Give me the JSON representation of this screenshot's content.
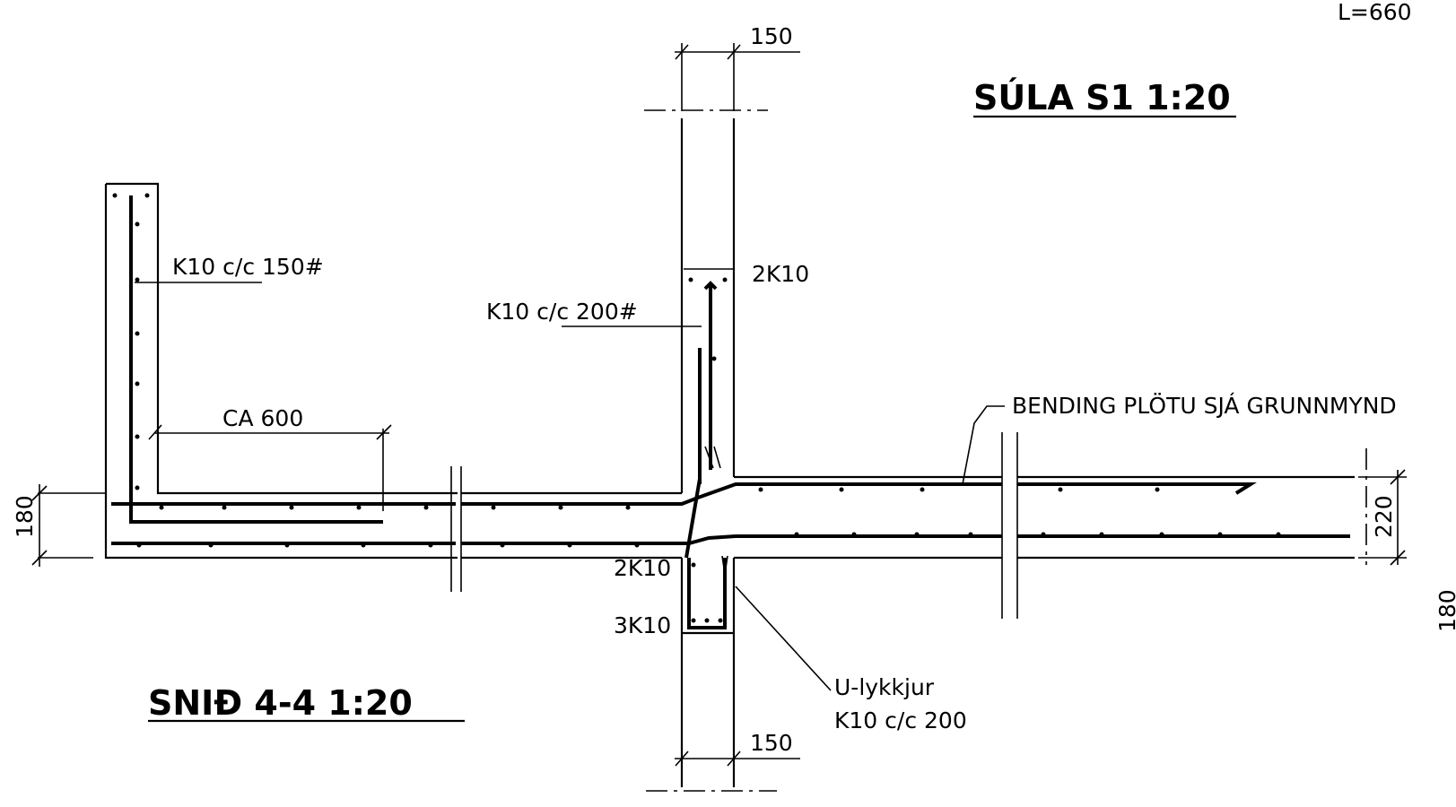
{
  "titles": {
    "column": "SÚLA S1 1:20",
    "section": "SNIÐ 4-4 1:20"
  },
  "labels": {
    "top_right": "L=660",
    "dim_top_width": "150",
    "dim_bottom_width": "150",
    "dim_left_height": "180",
    "dim_right_height": "220",
    "dim_right_edge": "180",
    "wall_rebar": "K10 c/c 150#",
    "column_rebar": "K10 c/c 200#",
    "column_bars": "2K10",
    "lap_length": "CA 600",
    "slab_note": "BENDING PLÖTU SJÁ GRUNNMYND",
    "beam_top_bars": "2K10",
    "beam_bottom_bars": "3K10",
    "u_loops_line1": "U-lykkjur",
    "u_loops_line2": "K10 c/c 200"
  }
}
